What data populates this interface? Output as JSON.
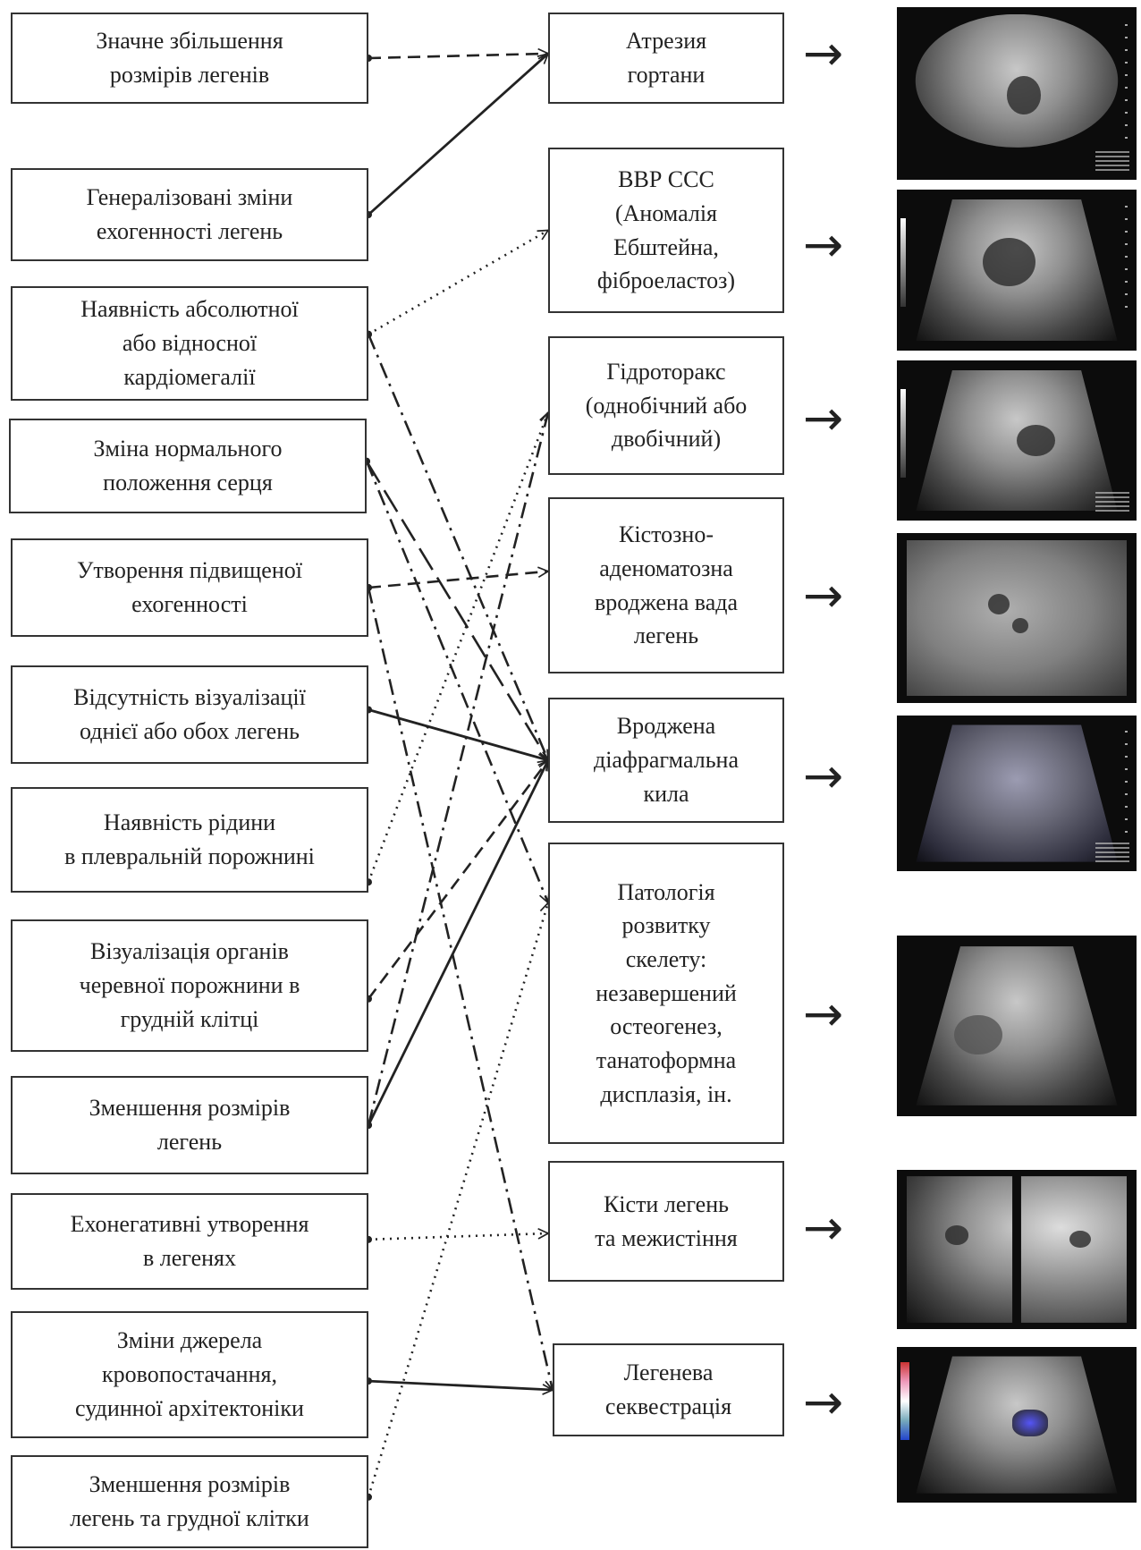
{
  "signs": [
    {
      "id": "s1",
      "text": "Значне збільшення\nрозмірів легенів"
    },
    {
      "id": "s2",
      "text": "Генералізовані зміни\nехогенності  легень"
    },
    {
      "id": "s3",
      "text": "Наявність  абсолютної\nабо відносної\nкардіомегалії"
    },
    {
      "id": "s4",
      "text": "Зміна нормального\nположення серця"
    },
    {
      "id": "s5",
      "text": "Утворення підвищеної\nехогенності"
    },
    {
      "id": "s6",
      "text": "Відсутність  візуалізації\nоднієї або обох легень"
    },
    {
      "id": "s7",
      "text": "Наявність  рідини\nв плевральній порожнині"
    },
    {
      "id": "s8",
      "text": "Візуалізація  органів\nчеревної порожнини в\nгрудній  клітці"
    },
    {
      "id": "s9",
      "text": "Зменшення розмірів\nлегень"
    },
    {
      "id": "s10",
      "text": "Ехонегативні  утворення\nв легенях"
    },
    {
      "id": "s11",
      "text": "Зміни джерела\nкровопостачання,\nсудинної архітектоніки"
    },
    {
      "id": "s12",
      "text": "Зменшення розмірів\nлегень  та грудної клітки"
    }
  ],
  "diagnoses": [
    {
      "id": "d1",
      "text": "Атрезия\nгортани"
    },
    {
      "id": "d2",
      "text": "ВВР ССС\n(Аномалія\nЕбштейна,\nфіброеластоз)"
    },
    {
      "id": "d3",
      "text": "Гідроторакс\n(однобічний або\nдвобічний)"
    },
    {
      "id": "d4",
      "text": "Кістозно-\nаденоматозна\nвроджена вада\nлегень"
    },
    {
      "id": "d5",
      "text": "Вроджена\nдіафрагмальна\nкила"
    },
    {
      "id": "d6",
      "text": "Патологія\nрозвитку\nскелету:\nнезавершений\nостеогенез,\nтанатоформна\nдисплазія,  ін."
    },
    {
      "id": "d7",
      "text": "Кісти  легень\nта межистіння"
    },
    {
      "id": "d8",
      "text": "Легенева\nсеквестрація"
    }
  ],
  "images": [
    {
      "for": "d1",
      "arrow": "→"
    },
    {
      "for": "d2",
      "arrow": "→"
    },
    {
      "for": "d3",
      "arrow": "→"
    },
    {
      "for": "d4",
      "arrow": "→"
    },
    {
      "for": "d5",
      "arrow": "→"
    },
    {
      "for": "d6",
      "arrow": "→"
    },
    {
      "for": "d7",
      "arrow": "→"
    },
    {
      "for": "d8",
      "arrow": "→"
    }
  ],
  "links": [
    {
      "from": "s1",
      "to": "d1",
      "style": "dashed"
    },
    {
      "from": "s2",
      "to": "d1",
      "style": "solid"
    },
    {
      "from": "s3",
      "to": "d2",
      "style": "dotted"
    },
    {
      "from": "s3",
      "to": "d5",
      "style": "dashdot"
    },
    {
      "from": "s4",
      "to": "d5",
      "style": "longdash"
    },
    {
      "from": "s4",
      "to": "d6",
      "style": "dashdot"
    },
    {
      "from": "s5",
      "to": "d4",
      "style": "dashed"
    },
    {
      "from": "s5",
      "to": "d8",
      "style": "dashdot"
    },
    {
      "from": "s6",
      "to": "d5",
      "style": "solid"
    },
    {
      "from": "s7",
      "to": "d3",
      "style": "dotted"
    },
    {
      "from": "s8",
      "to": "d5",
      "style": "dashed"
    },
    {
      "from": "s9",
      "to": "d5",
      "style": "solid"
    },
    {
      "from": "s9",
      "to": "d3",
      "style": "dashdot"
    },
    {
      "from": "s10",
      "to": "d7",
      "style": "dotted"
    },
    {
      "from": "s11",
      "to": "d8",
      "style": "solid"
    },
    {
      "from": "s12",
      "to": "d6",
      "style": "dotted"
    }
  ]
}
